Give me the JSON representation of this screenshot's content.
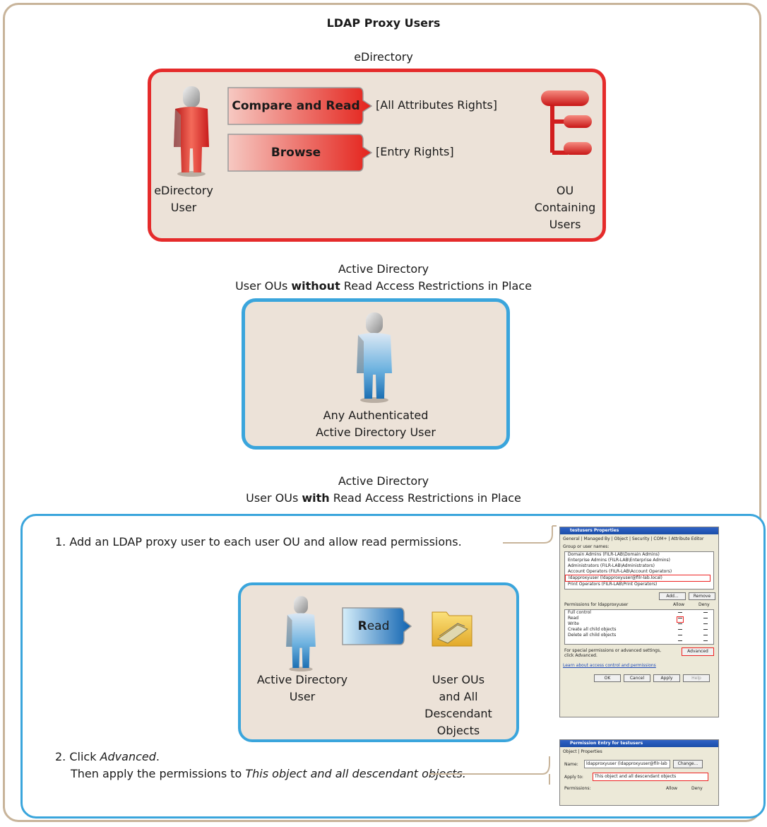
{
  "title": "LDAP Proxy Users",
  "edirectory": {
    "heading": "eDirectory",
    "compare_read": "Compare and Read",
    "all_attr": "[All Attributes Rights]",
    "browse": "Browse",
    "entry_rights": "[Entry Rights]",
    "user_label_1": "eDirectory",
    "user_label_2": "User",
    "ou_label_1": "OU",
    "ou_label_2": "Containing",
    "ou_label_3": "Users"
  },
  "ad_without": {
    "heading_1": "Active Directory",
    "heading_2_pre": "User OUs ",
    "heading_2_bold": "without",
    "heading_2_post": " Read Access Restrictions in Place",
    "user_label_1": "Any Authenticated",
    "user_label_2": "Active Directory User"
  },
  "ad_with": {
    "heading_1": "Active Directory",
    "heading_2_pre": "User OUs ",
    "heading_2_bold": "with",
    "heading_2_post": " Read Access Restrictions in Place",
    "step1": "1. Add an LDAP proxy user to each user OU and allow read permissions.",
    "read_bold": "R",
    "read_rest": "ead",
    "user_label_1": "Active Directory",
    "user_label_2": "User",
    "ou_label_1": "User OUs",
    "ou_label_2": "and All",
    "ou_label_3": "Descendant",
    "ou_label_4": "Objects",
    "step2_pre": "2. Click ",
    "step2_em": "Advanced",
    "step2_post": ".",
    "step2b_pre": "Then apply the permissions to ",
    "step2b_em": "This object and all descendant objects."
  },
  "dialog1": {
    "title": "testusers Properties",
    "tabs": "General | Managed By | Object | Security | COM+ | Attribute Editor",
    "group_label": "Group or user names:",
    "entries": [
      "Domain Admins (FILR-LAB\\Domain Admins)",
      "Enterprise Admins (FILR-LAB\\Enterprise Admins)",
      "Administrators (FILR-LAB\\Administrators)",
      "Account Operators (FILR-LAB\\Account Operators)",
      "ldapproxyuser (ldapproxyuser@filr-lab.local)",
      "Print Operators (FILR-LAB\\Print Operators)"
    ],
    "add": "Add...",
    "remove": "Remove",
    "perm_label": "Permissions for ldapproxyuser",
    "allow": "Allow",
    "deny": "Deny",
    "perms": [
      "Full control",
      "Read",
      "Write",
      "Create all child objects",
      "Delete all child objects"
    ],
    "special": "For special permissions or advanced settings, click Advanced.",
    "advanced": "Advanced",
    "learn": "Learn about access control and permissions",
    "ok": "OK",
    "cancel": "Cancel",
    "apply": "Apply",
    "help": "Help"
  },
  "dialog2": {
    "title": "Permission Entry for testusers",
    "tabs": "Object | Properties",
    "name_label": "Name:",
    "name_value": "ldapproxyuser (ldapproxyuser@filr-lab",
    "change": "Change...",
    "apply_label": "Apply to:",
    "apply_value": "This object and all descendant objects",
    "permissions": "Permissions:",
    "allow": "Allow",
    "deny": "Deny"
  },
  "colors": {
    "border_tan": "#c8b49a",
    "edir_red": "#e52b2b",
    "ad_blue": "#3aa5dc",
    "box_fill": "#ece2d8"
  }
}
